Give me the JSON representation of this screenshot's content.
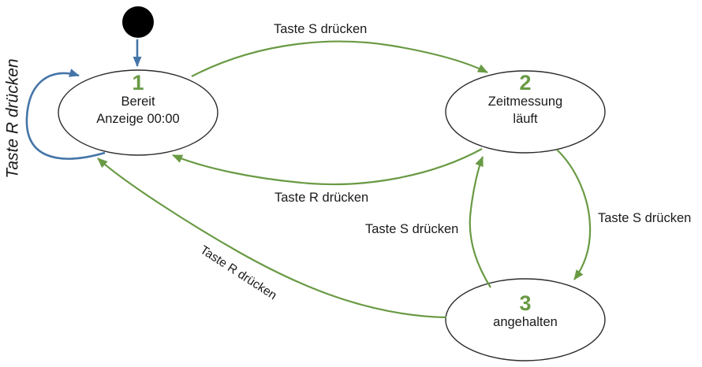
{
  "diagram": {
    "type": "state-machine",
    "language": "de",
    "colors": {
      "transition_green": "#699a44",
      "transition_blue": "#4575a8",
      "state_number_green": "#699a44",
      "text_black": "#1a1a1a",
      "ellipse_stroke": "#2b2b2b",
      "initial_dot": "#000000"
    },
    "initial_marker": "filled-circle",
    "states": [
      {
        "id": "1",
        "number": "1",
        "lines": [
          "Bereit",
          "Anzeige 00:00"
        ]
      },
      {
        "id": "2",
        "number": "2",
        "lines": [
          "Zeitmessung",
          "läuft"
        ]
      },
      {
        "id": "3",
        "number": "3",
        "lines": [
          "angehalten"
        ]
      }
    ],
    "transitions": [
      {
        "from": "start",
        "to": "1",
        "label": ""
      },
      {
        "from": "1",
        "to": "1",
        "label": "Taste R drücken"
      },
      {
        "from": "1",
        "to": "2",
        "label": "Taste S drücken"
      },
      {
        "from": "2",
        "to": "1",
        "label": "Taste R drücken"
      },
      {
        "from": "2",
        "to": "3",
        "label": "Taste S drücken"
      },
      {
        "from": "3",
        "to": "2",
        "label": "Taste S drücken"
      },
      {
        "from": "3",
        "to": "1",
        "label": "Taste R drücken"
      }
    ]
  }
}
